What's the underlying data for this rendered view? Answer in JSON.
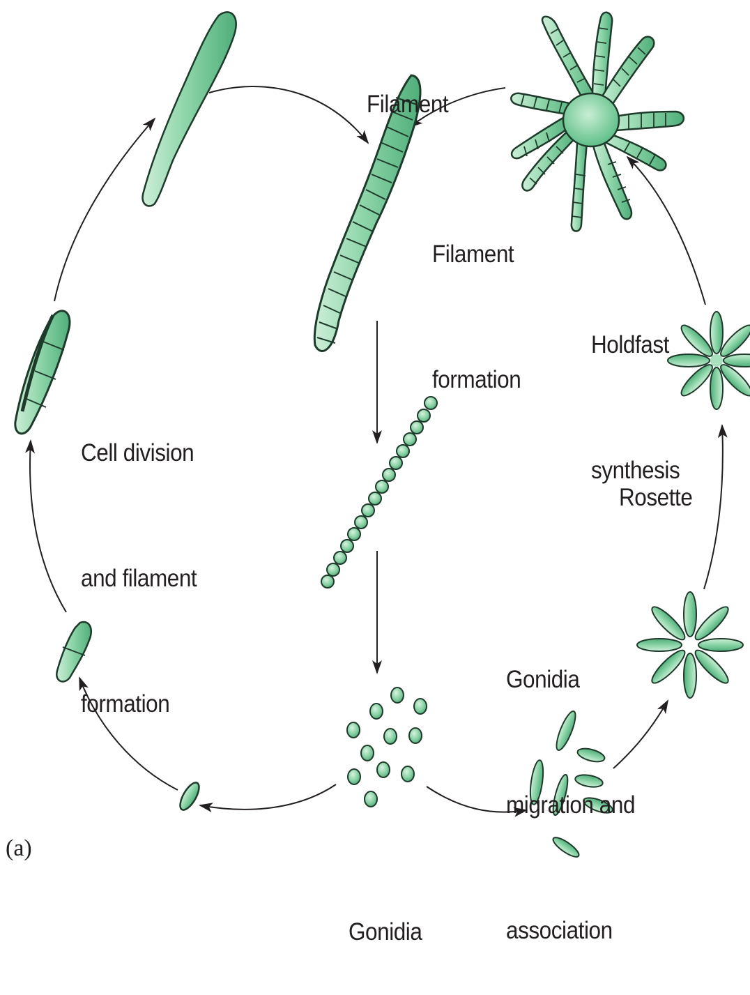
{
  "labels": {
    "filament": "Filament",
    "filament_formation": [
      "Filament",
      "formation"
    ],
    "holdfast_synthesis": [
      "Holdfast",
      "synthesis"
    ],
    "rosette": "Rosette",
    "cell_division": [
      "Cell division",
      "and filament",
      "formation"
    ],
    "gonidia_migration": [
      "Gonidia",
      "migration and",
      "association"
    ],
    "gonidia": "Gonidia",
    "panel": "(a)"
  },
  "colors": {
    "cell_fill": "#7fcfa0",
    "cell_light": "#b8e6c8",
    "cell_dark": "#3f9c68",
    "outline": "#1e3a2a",
    "arrow": "#231f20"
  }
}
